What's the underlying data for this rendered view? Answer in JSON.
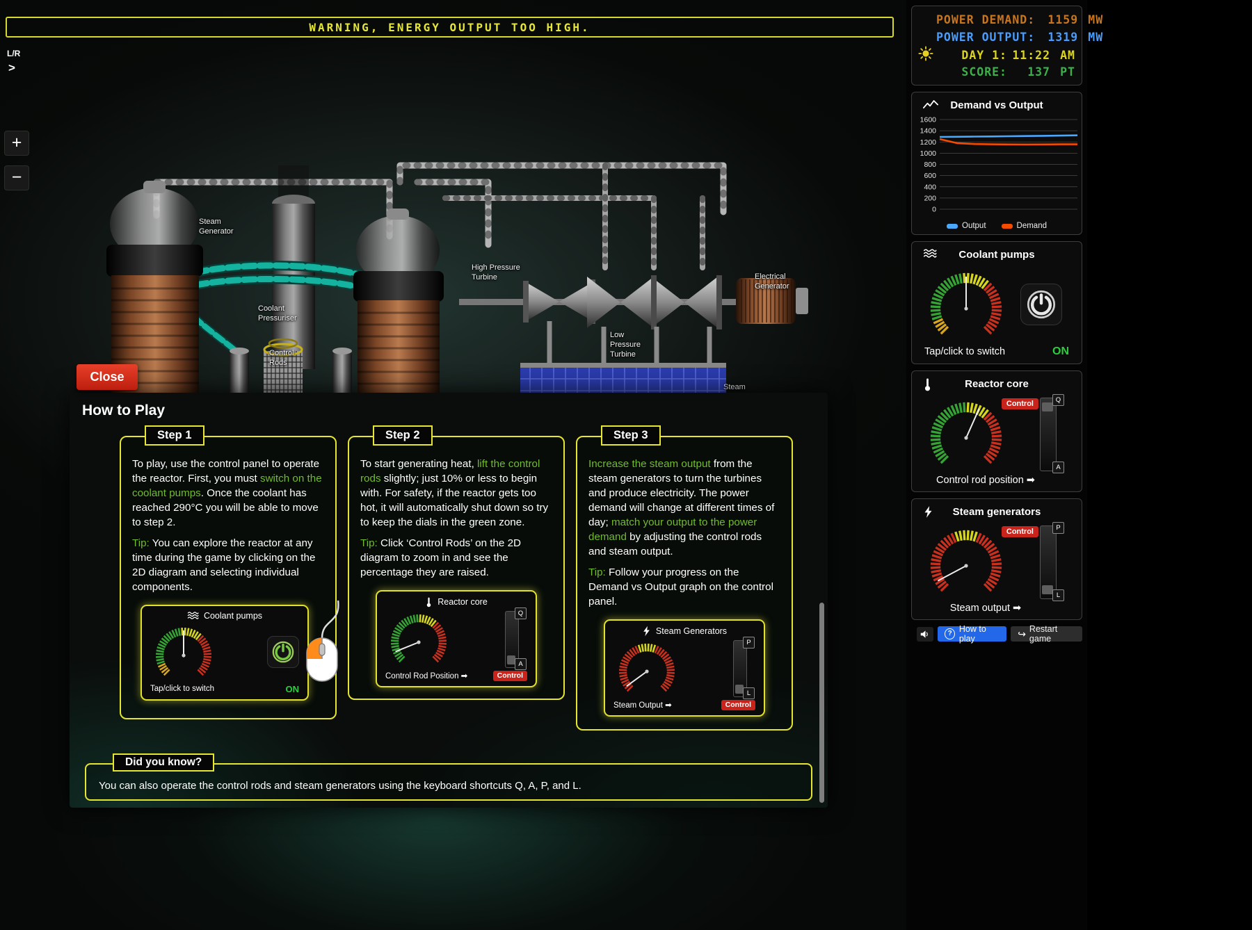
{
  "warning": "WARNING, ENERGY OUTPUT TOO HIGH.",
  "viewport": {
    "lr": "L/R",
    "chevron": ">",
    "zoom_in": "+",
    "zoom_out": "−"
  },
  "hud": {
    "rows": [
      {
        "label": "POWER DEMAND:",
        "value": "1159",
        "unit": "MW",
        "color": "#c9751d"
      },
      {
        "label": "POWER OUTPUT:",
        "value": "1319",
        "unit": "MW",
        "color": "#4a9dfc"
      },
      {
        "label": "DAY 1:",
        "value": "11:22",
        "unit": "AM",
        "color": "#ddd41e"
      },
      {
        "label": "SCORE:",
        "value": "137",
        "unit": "PT",
        "color": "#3db04c"
      }
    ]
  },
  "chart_data": {
    "type": "line",
    "title": "Demand vs Output",
    "ylim": [
      0,
      1600
    ],
    "y_ticks": [
      1600,
      1400,
      1200,
      1000,
      800,
      600,
      400,
      200,
      0
    ],
    "grid": true,
    "legend_position": "bottom",
    "series": [
      {
        "name": "Output",
        "color": "#4aa8ff",
        "values": [
          1290,
          1293,
          1296,
          1299,
          1302,
          1306,
          1310,
          1314,
          1319
        ]
      },
      {
        "name": "Demand",
        "color": "#f34b00",
        "values": [
          1252,
          1180,
          1163,
          1158,
          1156,
          1155,
          1156,
          1158,
          1159
        ]
      }
    ]
  },
  "coolant_panel": {
    "title": "Coolant pumps",
    "caption": "Tap/click to switch",
    "state": "ON",
    "state_color": "#2ecc40",
    "gauge": {
      "needle": 0,
      "segments": [
        {
          "c": "#d8a61e",
          "f": 0.1
        },
        {
          "c": "#35a435",
          "f": 0.38
        },
        {
          "c": "#d6d61e",
          "f": 0.17
        },
        {
          "c": "#c9301e",
          "f": 0.35
        }
      ]
    }
  },
  "reactor_panel": {
    "title": "Reactor core",
    "caption": "Control rod position ➡",
    "control_badge": "Control",
    "key_top": "Q",
    "key_bottom": "A",
    "gauge": {
      "needle": 24,
      "segments": [
        {
          "c": "#35a435",
          "f": 0.5
        },
        {
          "c": "#d6d61e",
          "f": 0.15
        },
        {
          "c": "#c9301e",
          "f": 0.35
        }
      ]
    }
  },
  "steam_panel": {
    "title": "Steam generators",
    "caption": "Steam output ➡",
    "control_badge": "Control",
    "key_top": "P",
    "key_bottom": "L",
    "gauge": {
      "needle": -118,
      "segments": [
        {
          "c": "#c9301e",
          "f": 0.42
        },
        {
          "c": "#d6d61e",
          "f": 0.16
        },
        {
          "c": "#c9301e",
          "f": 0.42
        }
      ]
    }
  },
  "footer": {
    "how_to_play": "How to play",
    "restart": "Restart game",
    "restart_icon": "↪",
    "question_icon": "?"
  },
  "diagram_labels": [
    "Steam\nGenerator",
    "Coolant\nPressuriser",
    "Control\nRods",
    "High Pressure\nTurbine",
    "Low\nPressure\nTurbine",
    "Electrical\nGenerator",
    "Steam\nCondenser"
  ],
  "modal": {
    "close": "Close",
    "title": "How to Play",
    "steps": [
      {
        "tab": "Step 1",
        "body": [
          {
            "t": "To play, use the control panel to operate the reactor. First, you must "
          },
          {
            "t": "switch on the coolant pumps",
            "hl": true
          },
          {
            "t": ". Once the coolant has reached 290°C you will be able to move to step 2."
          }
        ],
        "tip": [
          {
            "t": "Tip:",
            "hl": true
          },
          {
            "t": " You can explore the reactor at any time during the game by clicking on the 2D diagram and selecting individual components."
          }
        ],
        "mock": {
          "title": "Coolant pumps",
          "caption": "Tap/click to switch",
          "state": "ON"
        }
      },
      {
        "tab": "Step 2",
        "body": [
          {
            "t": "To start generating heat, "
          },
          {
            "t": "lift the control rods",
            "hl": true
          },
          {
            "t": " slightly; just 10% or less to begin with. For safety, if the reactor gets too hot, it will automatically shut down so try to keep the dials in the green zone."
          }
        ],
        "tip": [
          {
            "t": "Tip:",
            "hl": true
          },
          {
            "t": " Click ‘Control Rods’ on the 2D diagram to zoom in and see the percentage they are raised."
          }
        ],
        "mock": {
          "title": "Reactor core",
          "caption": "Control Rod Position ➡",
          "badge": "Control",
          "key_top": "Q",
          "key_bottom": "A",
          "gauge": {
            "needle": -112,
            "segments": [
              {
                "c": "#35a435",
                "f": 0.5
              },
              {
                "c": "#d6d61e",
                "f": 0.15
              },
              {
                "c": "#c9301e",
                "f": 0.35
              }
            ]
          }
        }
      },
      {
        "tab": "Step 3",
        "body": [
          {
            "t": "Increase the steam output",
            "hl": true
          },
          {
            "t": " from the steam generators to turn the turbines and produce electricity. The power demand will change at different times of day; "
          },
          {
            "t": "match your output to the power demand",
            "hl": true
          },
          {
            "t": " by adjusting the control rods and steam output."
          }
        ],
        "tip": [
          {
            "t": "Tip:",
            "hl": true
          },
          {
            "t": " Follow your progress on the Demand vs Output graph on the control panel."
          }
        ],
        "mock": {
          "title": "Steam Generators",
          "caption": "Steam Output ➡",
          "badge": "Control",
          "key_top": "P",
          "key_bottom": "L",
          "gauge": {
            "needle": -126,
            "segments": [
              {
                "c": "#c9301e",
                "f": 0.42
              },
              {
                "c": "#d6d61e",
                "f": 0.16
              },
              {
                "c": "#c9301e",
                "f": 0.42
              }
            ]
          }
        }
      }
    ],
    "did_you_know": {
      "tab": "Did you know?",
      "text": "You can also operate the control rods and steam generators using the keyboard shortcuts Q, A, P, and L."
    }
  }
}
